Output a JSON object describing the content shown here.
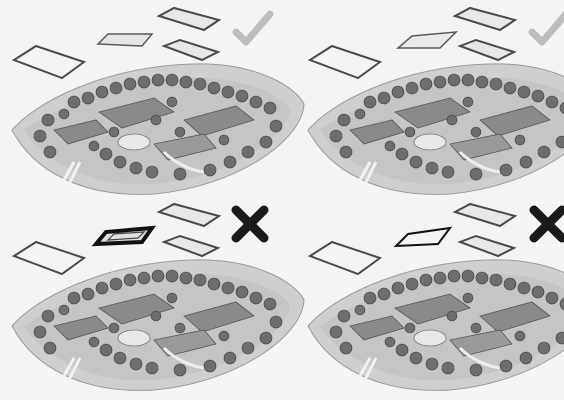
{
  "figure": {
    "panels": [
      {
        "id": "top-left",
        "verdict": "correct",
        "variant": "none"
      },
      {
        "id": "top-right",
        "verdict": "correct",
        "variant": "none"
      },
      {
        "id": "bottom-left",
        "verdict": "incorrect",
        "variant": "bold"
      },
      {
        "id": "bottom-right",
        "verdict": "incorrect",
        "variant": "thin"
      }
    ],
    "icons": {
      "correct": "check-icon",
      "incorrect": "cross-icon"
    },
    "colors": {
      "background": "#f4f4f4",
      "terrain": "#cfcfcf",
      "terrain_edge": "#9a9a9a",
      "tree": "#6e6e6e",
      "building": "#8a8a8a",
      "outline": "#4a4a4a",
      "selected_outline": "#111111",
      "check": "#bdbdbd",
      "cross": "#1a1a1a"
    }
  }
}
